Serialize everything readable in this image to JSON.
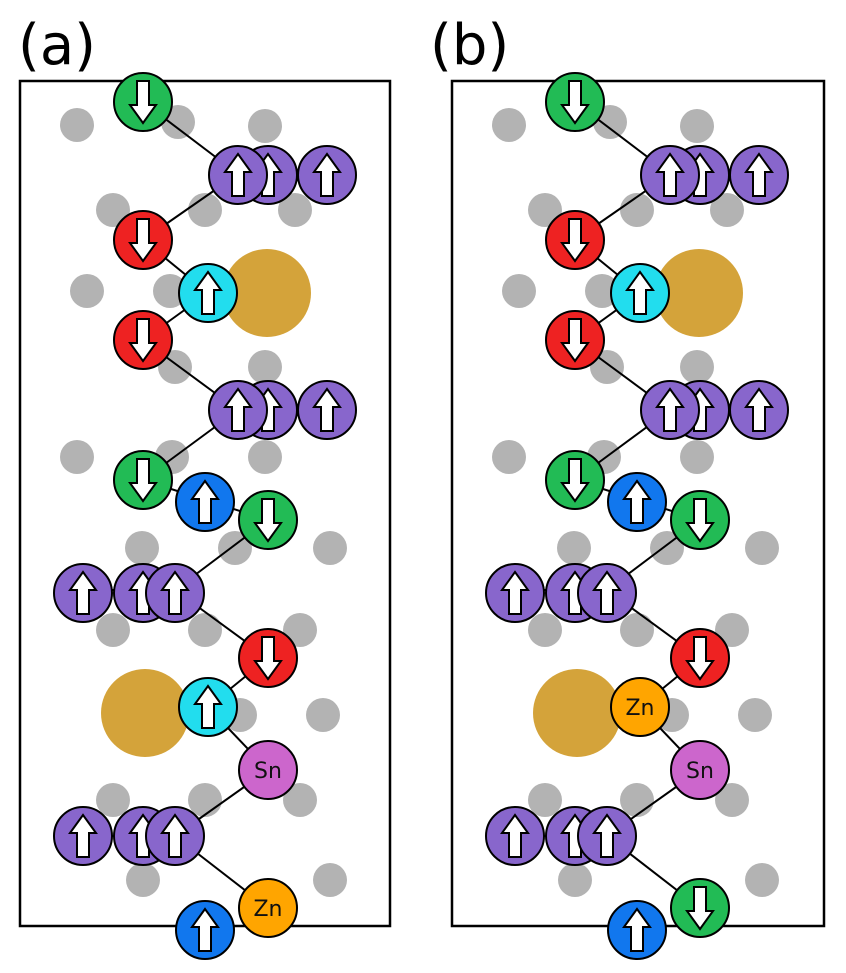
{
  "panels": [
    {
      "label": "(a)"
    },
    {
      "label": "(b)"
    }
  ],
  "colors": {
    "up_purple": "#8866cc",
    "down_green": "#22bb55",
    "down_red": "#ee2222",
    "up_cyan": "#22ddee",
    "up_blue": "#1177ee",
    "sn": "#cc66cc",
    "zn": "#ffa500",
    "large_atom": "#d4a33a",
    "background_atom": "#b3b3b3",
    "outline": "#000000",
    "arrow": "#ffffff"
  },
  "atom_labels": {
    "sn": "Sn",
    "zn": "Zn"
  },
  "icons": {
    "spin_up": "arrow-up-icon",
    "spin_down": "arrow-down-icon"
  }
}
